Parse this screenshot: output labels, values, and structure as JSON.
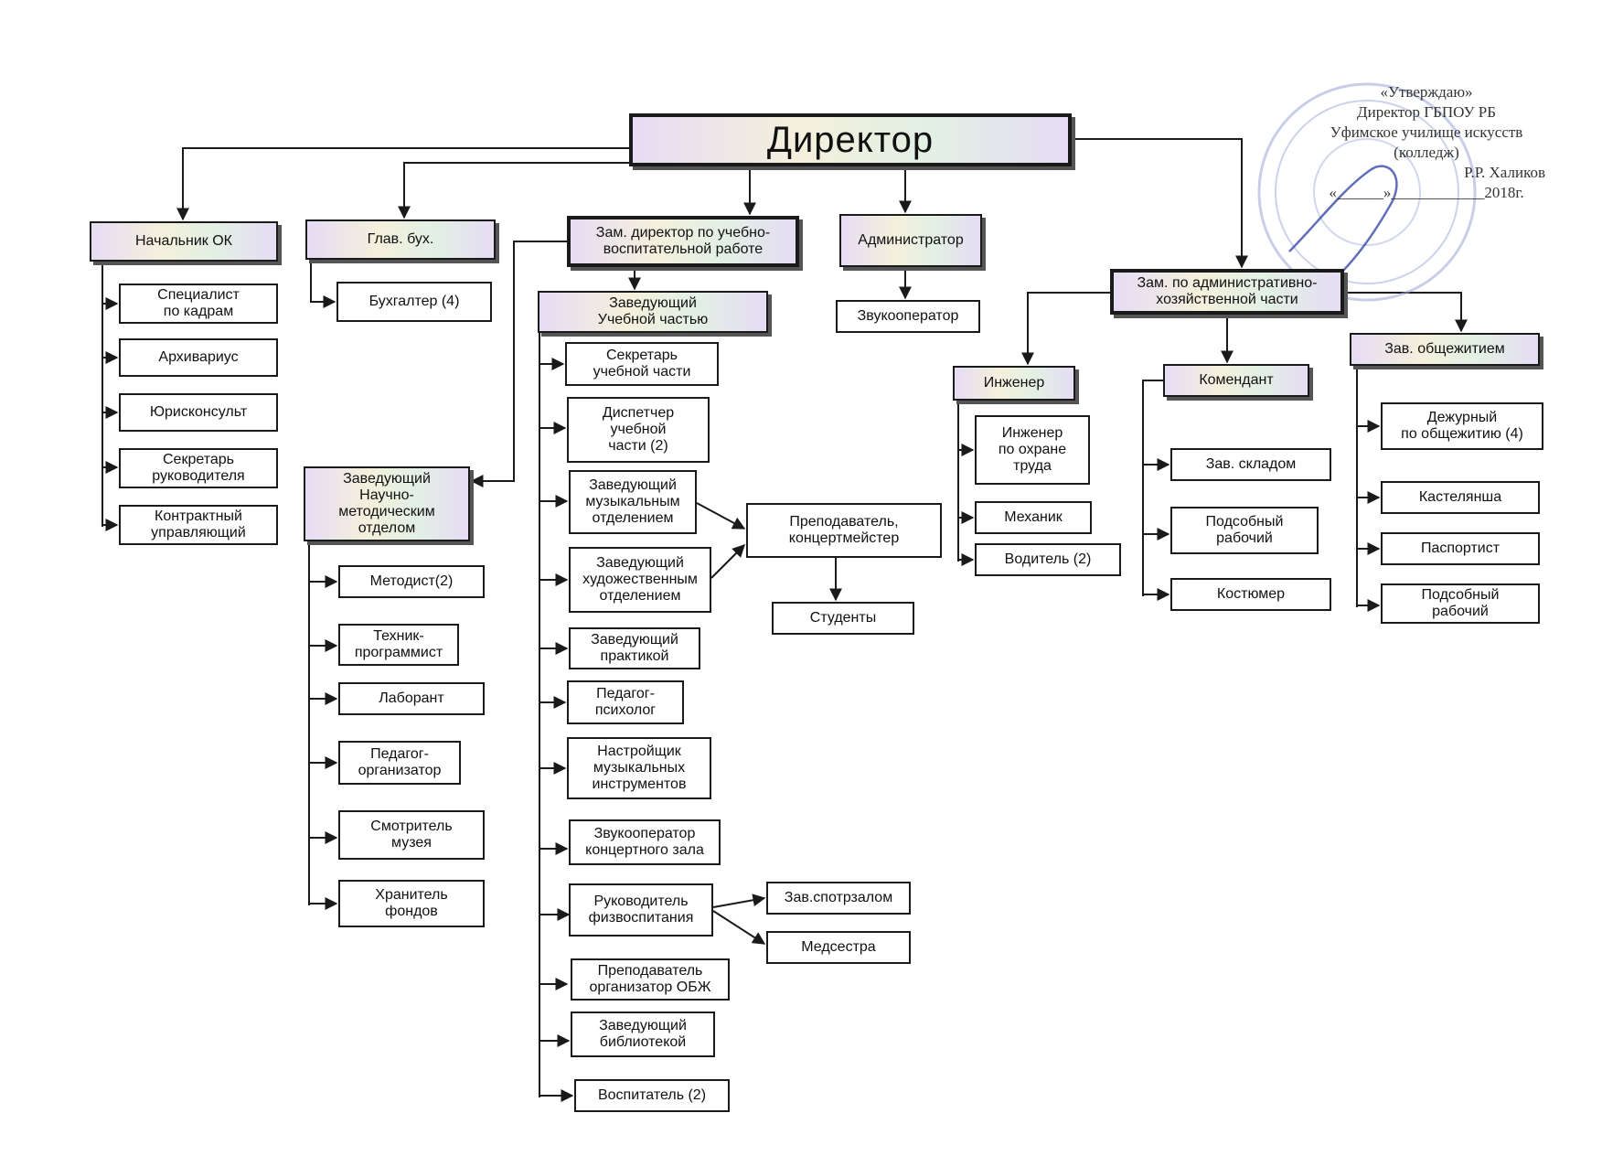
{
  "approval": {
    "line1": "«Утверждаю»",
    "line2": "Директор ГБПОУ  РБ",
    "line3": "Уфимское училище искусств",
    "line4": "(колледж)",
    "line5": "Р.Р. Халиков",
    "line6": "«______»____________2018г."
  },
  "nodes": {
    "director": "Директор",
    "hr_head": "Начальник ОК",
    "chief_accountant": "Глав. бух.",
    "deputy_edu": "Зам. директор по учебно-\nвоспитательной работе",
    "administrator": "Администратор",
    "deputy_admin": "Зам. по административно-\nхозяйственной части",
    "hr_specialist": "Специалист\nпо кадрам",
    "archivist": "Архивариус",
    "legal": "Юрисконсульт",
    "secretary_head": "Секретарь\nруководителя",
    "contract_manager": "Контрактный\nуправляющий",
    "accountant": "Бухгалтер (4)",
    "method_head": "Заведующий\nНаучно-\nметодическим\nотделом",
    "methodist": "Методист(2)",
    "programmer": "Техник-\nпрограммист",
    "lab": "Лаборант",
    "ped_org": "Педагог-\nорганизатор",
    "museum": "Смотритель\nмузея",
    "keeper": "Хранитель\nфондов",
    "edu_head": "Заведующий\nУчебной частью",
    "edu_secretary": "Секретарь\nучебной  части",
    "dispatcher": "Диспетчер\nучебной\nчасти (2)",
    "music_head": "Заведующий\nмузыкальным\nотделением",
    "art_head": "Заведующий\nхудожественным\nотделением",
    "practice_head": "Заведующий\nпрактикой",
    "psychologist": "Педагог-\nпсихолог",
    "tuner": "Настройщик\nмузыкальных\nинструментов",
    "sound_hall": "Звукооператор\nконцертного зала",
    "pe_head": "Руководитель\nфизвоспитания",
    "obzh": "Преподаватель\nорганизатор ОБЖ",
    "library_head": "Заведующий\nбиблиотекой",
    "educator": "Воспитатель (2)",
    "teacher": "Преподаватель,\nконцертмейстер",
    "students": "Студенты",
    "gym_head": "Зав.спотрзалом",
    "nurse": "Медсестра",
    "sound_admin": "Звукооператор",
    "engineer": "Инженер",
    "safety_engineer": "Инженер\nпо охране\nтруда",
    "mechanic": "Механик",
    "driver": "Водитель (2)",
    "commandant": "Комендант",
    "warehouse": "Зав. складом",
    "worker1": "Подсобный\nрабочий",
    "costumer": "Костюмер",
    "dorm_head": "Зав. общежитием",
    "dorm_duty": "Дежурный\nпо общежитию (4)",
    "linen": "Кастелянша",
    "passport": "Паспортист",
    "worker2": "Подсобный\nрабочий"
  }
}
